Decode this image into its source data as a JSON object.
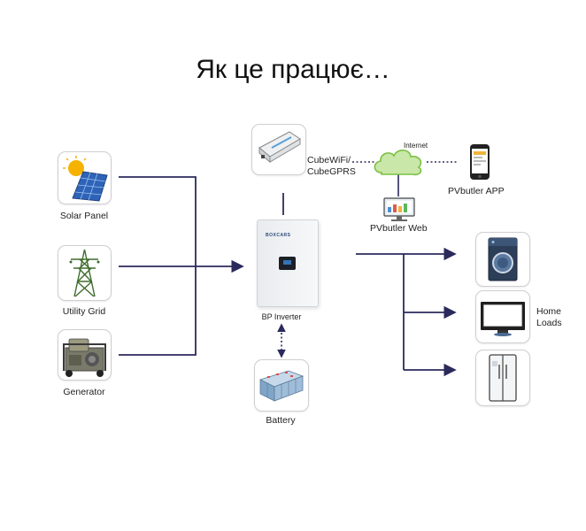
{
  "title": "Як це працює…",
  "sources": {
    "solar": "Solar Panel",
    "grid": "Utility Grid",
    "generator": "Generator"
  },
  "inverter": {
    "label": "BP Inverter",
    "brand": "BOXCARS"
  },
  "battery": "Battery",
  "comm": {
    "cube_line1": "CubeWiFi/",
    "cube_line2": "CubeGPRS",
    "internet": "Internet",
    "web": "PVbutler Web",
    "app": "PVbutler APP"
  },
  "loads": {
    "line1": "Home",
    "line2": "Loads"
  },
  "colors": {
    "line": "#2b2a5c",
    "dotted": "#2b2a5c",
    "cloud": "#7bc043"
  }
}
